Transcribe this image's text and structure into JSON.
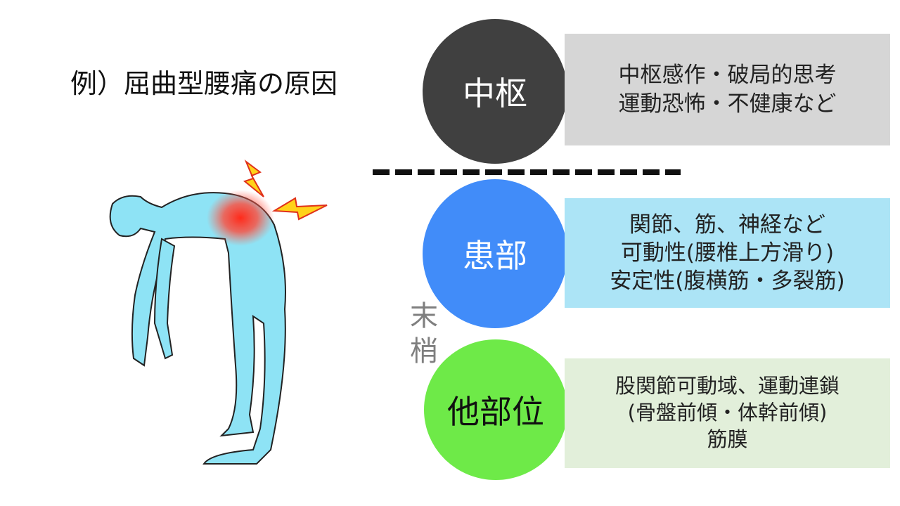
{
  "title": "例）屈曲型腰痛の原因",
  "levels": [
    {
      "label": "中枢",
      "color": "#404040",
      "lines": [
        "中枢感作・破局的思考",
        "運動恐怖・不健康など"
      ]
    },
    {
      "label": "患部",
      "color": "#418cf9",
      "lines": [
        "関節、筋、神経など",
        "可動性(腰椎上方滑り)",
        "安定性(腹横筋・多裂筋)"
      ]
    },
    {
      "label": "他部位",
      "color": "#6eea48",
      "lines": [
        "股関節可動域、運動連鎖",
        "(骨盤前傾・体幹前傾)",
        "筋膜"
      ]
    }
  ],
  "peripheral_label": "末梢"
}
